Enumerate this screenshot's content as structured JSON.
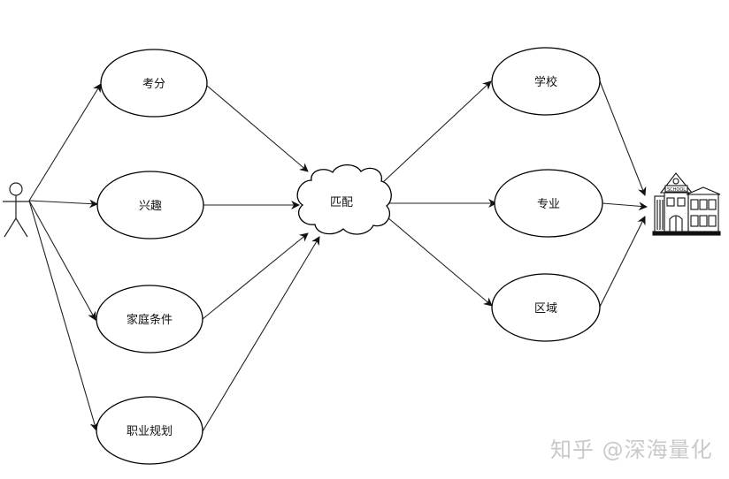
{
  "diagram": {
    "inputs": [
      {
        "id": "score",
        "label": "考分"
      },
      {
        "id": "interest",
        "label": "兴趣"
      },
      {
        "id": "family",
        "label": "家庭条件"
      },
      {
        "id": "career",
        "label": "职业规划"
      }
    ],
    "match": {
      "label": "匹配"
    },
    "outputs": [
      {
        "id": "school",
        "label": "学校"
      },
      {
        "id": "major",
        "label": "专业"
      },
      {
        "id": "region",
        "label": "区域"
      }
    ],
    "school_sign": "SCHOOL"
  },
  "watermark": "知乎 @深海量化"
}
